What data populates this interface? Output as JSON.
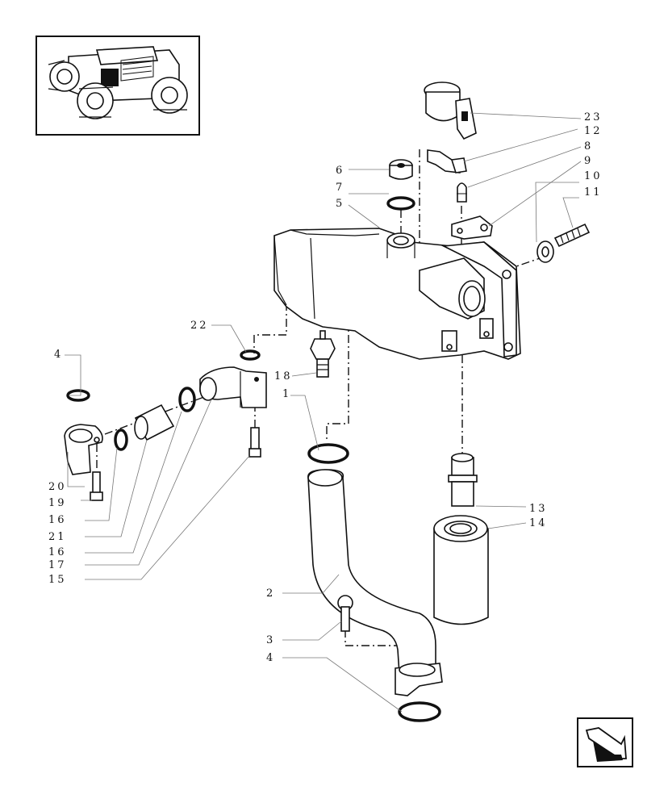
{
  "callouts": [
    {
      "id": "c23",
      "text": "23"
    },
    {
      "id": "c12",
      "text": "12"
    },
    {
      "id": "c8",
      "text": "8"
    },
    {
      "id": "c9",
      "text": "9"
    },
    {
      "id": "c10",
      "text": "10"
    },
    {
      "id": "c11",
      "text": "11"
    },
    {
      "id": "c6",
      "text": "6"
    },
    {
      "id": "c7",
      "text": "7"
    },
    {
      "id": "c5",
      "text": "5"
    },
    {
      "id": "c22",
      "text": "22"
    },
    {
      "id": "c18",
      "text": "18"
    },
    {
      "id": "c1",
      "text": "1"
    },
    {
      "id": "c4a",
      "text": "4"
    },
    {
      "id": "c20",
      "text": "20"
    },
    {
      "id": "c19",
      "text": "19"
    },
    {
      "id": "c16a",
      "text": "16"
    },
    {
      "id": "c21",
      "text": "21"
    },
    {
      "id": "c16b",
      "text": "16"
    },
    {
      "id": "c17",
      "text": "17"
    },
    {
      "id": "c15",
      "text": "15"
    },
    {
      "id": "c13",
      "text": "13"
    },
    {
      "id": "c14",
      "text": "14"
    },
    {
      "id": "c2",
      "text": "2"
    },
    {
      "id": "c3",
      "text": "3"
    },
    {
      "id": "c4b",
      "text": "4"
    }
  ]
}
